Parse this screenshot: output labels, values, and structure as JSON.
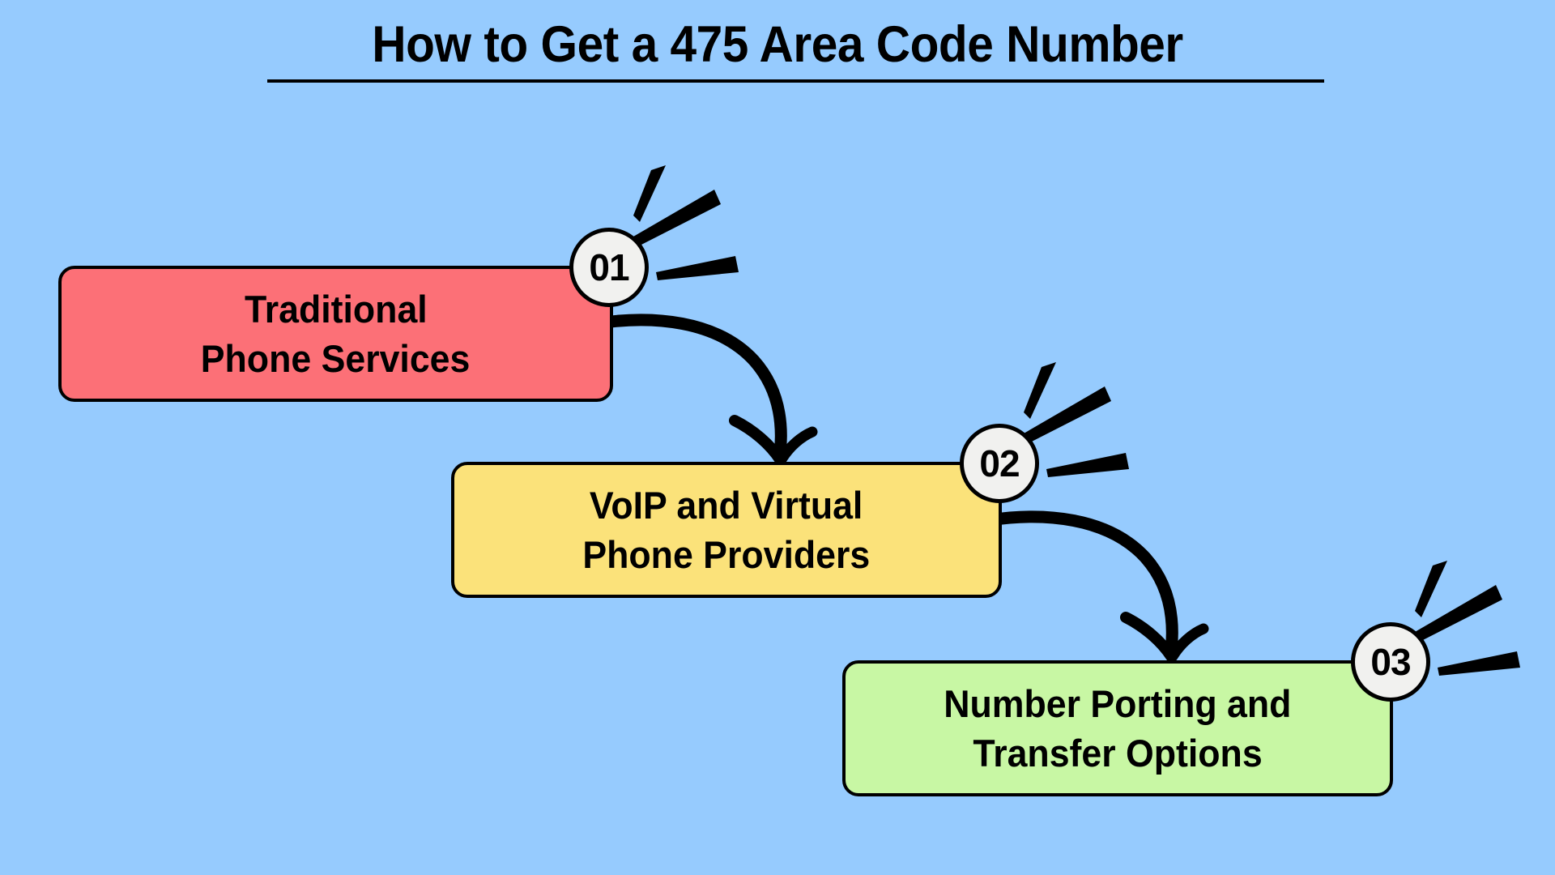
{
  "page": {
    "background_color": "#96cbfe",
    "title": "How to Get a 475 Area Code Number"
  },
  "steps": [
    {
      "number": "01",
      "line1": "Traditional",
      "line2": "Phone Services",
      "fill_color": "#fc7077",
      "badge_color": "#f1f1ef"
    },
    {
      "number": "02",
      "line1": "VoIP and Virtual",
      "line2": "Phone Providers",
      "fill_color": "#fbe27a",
      "badge_color": "#f1f1ef"
    },
    {
      "number": "03",
      "line1": "Number Porting and",
      "line2": "Transfer Options",
      "fill_color": "#c8f7a4",
      "badge_color": "#f1f1ef"
    }
  ],
  "connectors": [
    {
      "from": "01",
      "to": "02",
      "style": "hand-drawn-curved-arrow"
    },
    {
      "from": "02",
      "to": "03",
      "style": "hand-drawn-curved-arrow"
    }
  ]
}
